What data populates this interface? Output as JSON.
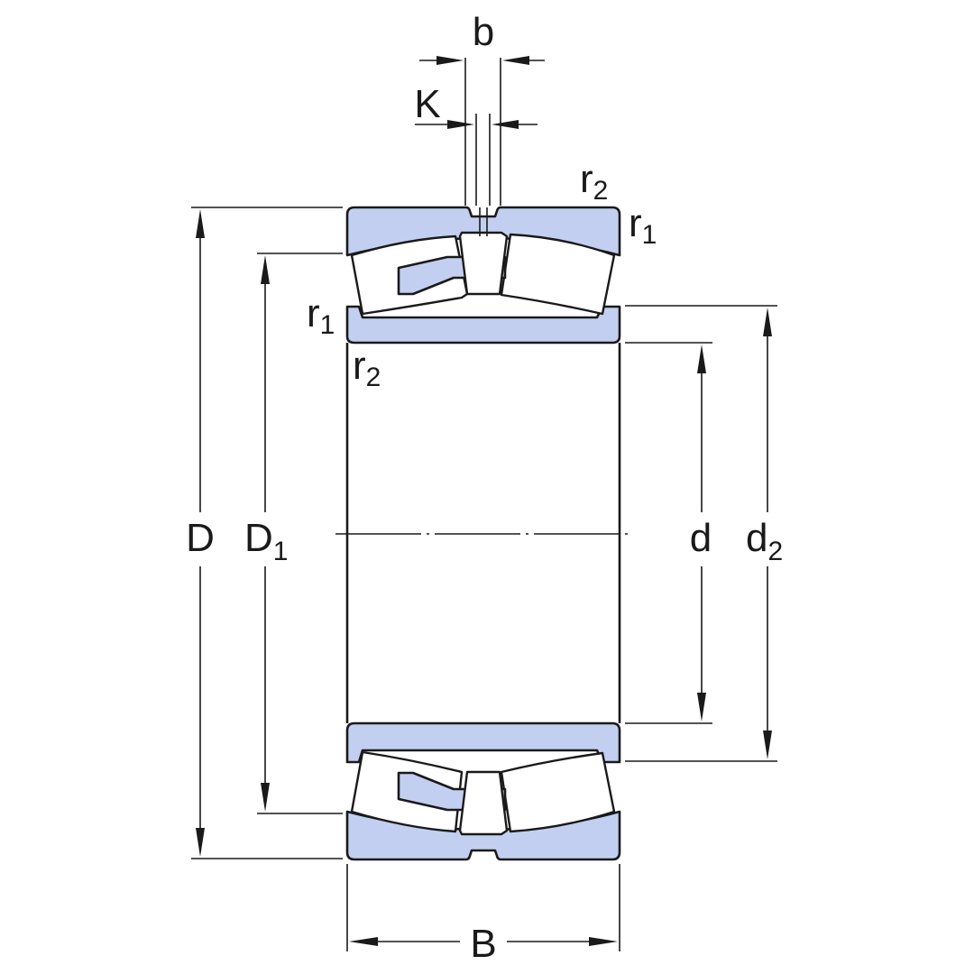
{
  "labels": {
    "D": "D",
    "D1_main": "D",
    "D1_sub": "1",
    "d": "d",
    "d2_main": "d",
    "d2_sub": "2",
    "B": "B",
    "b": "b",
    "K": "K",
    "r1_top_main": "r",
    "r1_top_sub": "1",
    "r2_top_main": "r",
    "r2_top_sub": "2",
    "r1_left_main": "r",
    "r1_left_sub": "1",
    "r2_left_main": "r",
    "r2_left_sub": "2"
  },
  "colors": {
    "ring_fill": "#c2cff0",
    "line": "#1a1a1a",
    "background": "#ffffff"
  }
}
